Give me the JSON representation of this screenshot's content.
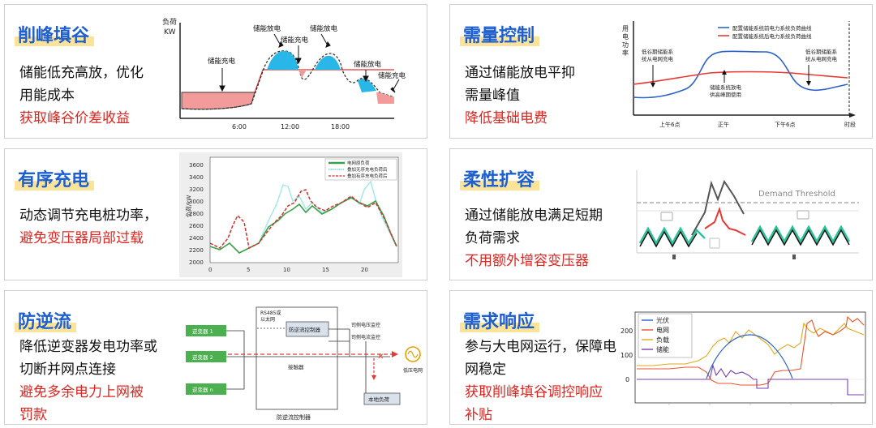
{
  "panels": [
    {
      "title": "削峰填谷",
      "desc": [
        "储能低充高放，优化",
        "用能成本"
      ],
      "highlight": "获取峰谷价差收益",
      "chart": {
        "y_unit_line1": "负荷",
        "y_unit_line2": "KW",
        "labels": [
          "储能放电",
          "储能放电",
          "储能充电",
          "储能充电",
          "储能放电",
          "储能充电"
        ],
        "ticks": [
          "6:00",
          "12:00",
          "18:00"
        ]
      }
    },
    {
      "title": "需量控制",
      "desc": [
        "通过储能放电平抑",
        "需量峰值"
      ],
      "highlight": "降低基础电费",
      "chart": {
        "y_label": [
          "用",
          "电",
          "功",
          "率"
        ],
        "legend": [
          "配置储能系统前电力系统负荷曲线",
          "配置储能系统后电力系统负荷曲线"
        ],
        "ann_left": [
          "低谷期储能系",
          "统从电网充电"
        ],
        "ann_mid": [
          "储能系统放电",
          "供高峰期使用"
        ],
        "ann_right": [
          "低谷期储能系",
          "统从电网充电"
        ],
        "ticks": [
          "上午6点",
          "正午",
          "下午6点",
          "时段"
        ]
      }
    },
    {
      "title": "有序充电",
      "desc": [
        "动态调节充电桩功率，"
      ],
      "highlight": "避免变压器局部过载",
      "chart": {
        "y_label": "负荷/kW",
        "legend": [
          "电网原负荷",
          "叠加无序充电负荷后",
          "叠加有序充电负荷后"
        ],
        "y_ticks": [
          "3600",
          "3400",
          "3200",
          "3000",
          "2800",
          "2600",
          "2400",
          "2200",
          "2000"
        ],
        "x_ticks": [
          "0",
          "5",
          "10",
          "15",
          "20"
        ]
      }
    },
    {
      "title": "柔性扩容",
      "desc": [
        "通过储能放电满足短期",
        "负荷需求"
      ],
      "highlight": "不用额外增容变压器",
      "chart": {
        "threshold_label": "Demand Threshold"
      }
    },
    {
      "title": "防逆流",
      "desc": [
        "降低逆变器发电功率或",
        "切断并网点连接"
      ],
      "highlight": [
        "避免多余电力上网被",
        "罚款"
      ],
      "diagram": {
        "inverters": [
          "逆变器 1",
          "逆变器 2",
          "逆变器 n"
        ],
        "comm": [
          "RS485或",
          "以太网"
        ],
        "controller": "防逆流控制器",
        "box_label": "防逆流控制器",
        "monitors": [
          "司侧电压监控",
          "司侧电流监控"
        ],
        "contactor": "接触器",
        "grid": "低压电网",
        "load": "本地负荷"
      }
    },
    {
      "title": "需求响应",
      "desc": [
        "参与大电网运行，保障电",
        "网稳定"
      ],
      "highlight": [
        "获取削峰填谷调控响应",
        "补贴"
      ],
      "chart": {
        "legend": [
          "光伏",
          "电网",
          "负载",
          "储能"
        ],
        "y_ticks": [
          "200",
          "100",
          "0"
        ]
      }
    }
  ]
}
